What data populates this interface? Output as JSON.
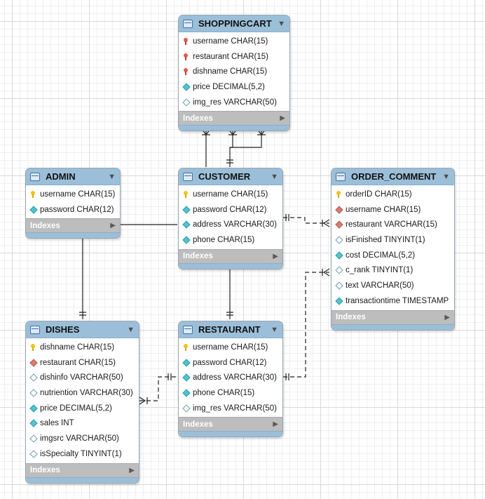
{
  "tables": {
    "shoppingcart": {
      "name": "SHOPPINGCART",
      "columns": [
        {
          "text": "username CHAR(15)",
          "icon": "pfk"
        },
        {
          "text": "restaurant CHAR(15)",
          "icon": "pfk"
        },
        {
          "text": "dishname CHAR(15)",
          "icon": "pfk"
        },
        {
          "text": "price DECIMAL(5,2)",
          "icon": "nn"
        },
        {
          "text": "img_res VARCHAR(50)",
          "icon": "nl"
        }
      ],
      "indexes_label": "Indexes"
    },
    "admin": {
      "name": "ADMIN",
      "columns": [
        {
          "text": "username CHAR(15)",
          "icon": "pk"
        },
        {
          "text": "password CHAR(12)",
          "icon": "nn"
        }
      ],
      "indexes_label": "Indexes"
    },
    "customer": {
      "name": "CUSTOMER",
      "columns": [
        {
          "text": "username CHAR(15)",
          "icon": "pk"
        },
        {
          "text": "password CHAR(12)",
          "icon": "nn"
        },
        {
          "text": "address VARCHAR(30)",
          "icon": "nn"
        },
        {
          "text": "phone CHAR(15)",
          "icon": "nn"
        }
      ],
      "indexes_label": "Indexes"
    },
    "order_comment": {
      "name": "ORDER_COMMENT",
      "columns": [
        {
          "text": "orderID CHAR(15)",
          "icon": "pk"
        },
        {
          "text": "username CHAR(15)",
          "icon": "fk"
        },
        {
          "text": "restaurant VARCHAR(15)",
          "icon": "fk"
        },
        {
          "text": "isFinished TINYINT(1)",
          "icon": "nl"
        },
        {
          "text": "cost DECIMAL(5,2)",
          "icon": "nn"
        },
        {
          "text": "c_rank TINYINT(1)",
          "icon": "nl"
        },
        {
          "text": "text VARCHAR(50)",
          "icon": "nl"
        },
        {
          "text": "transactiontime TIMESTAMP",
          "icon": "nn"
        }
      ],
      "indexes_label": "Indexes"
    },
    "dishes": {
      "name": "DISHES",
      "columns": [
        {
          "text": "dishname CHAR(15)",
          "icon": "pk"
        },
        {
          "text": "restaurant CHAR(15)",
          "icon": "fk"
        },
        {
          "text": "dishinfo VARCHAR(50)",
          "icon": "nl"
        },
        {
          "text": "nutriention VARCHAR(30)",
          "icon": "nl"
        },
        {
          "text": "price DECIMAL(5,2)",
          "icon": "nn"
        },
        {
          "text": "sales INT",
          "icon": "nn"
        },
        {
          "text": "imgsrc VARCHAR(50)",
          "icon": "nl"
        },
        {
          "text": "isSpecialty TINYINT(1)",
          "icon": "nl"
        }
      ],
      "indexes_label": "Indexes"
    },
    "restaurant": {
      "name": "RESTAURANT",
      "columns": [
        {
          "text": "username CHAR(15)",
          "icon": "pk"
        },
        {
          "text": "password CHAR(12)",
          "icon": "nn"
        },
        {
          "text": "address VARCHAR(30)",
          "icon": "nn"
        },
        {
          "text": "phone CHAR(15)",
          "icon": "nn"
        },
        {
          "text": "img_res VARCHAR(50)",
          "icon": "nl"
        }
      ],
      "indexes_label": "Indexes"
    }
  },
  "icon_legend": {
    "pk": "primary-key-icon",
    "pfk": "primary-foreign-key-icon",
    "fk": "foreign-key-icon",
    "nn": "not-null-column-icon",
    "nl": "nullable-column-icon"
  },
  "colors": {
    "header": "#9cbfd9",
    "footer": "#bdbdbd",
    "line": "#222222"
  }
}
